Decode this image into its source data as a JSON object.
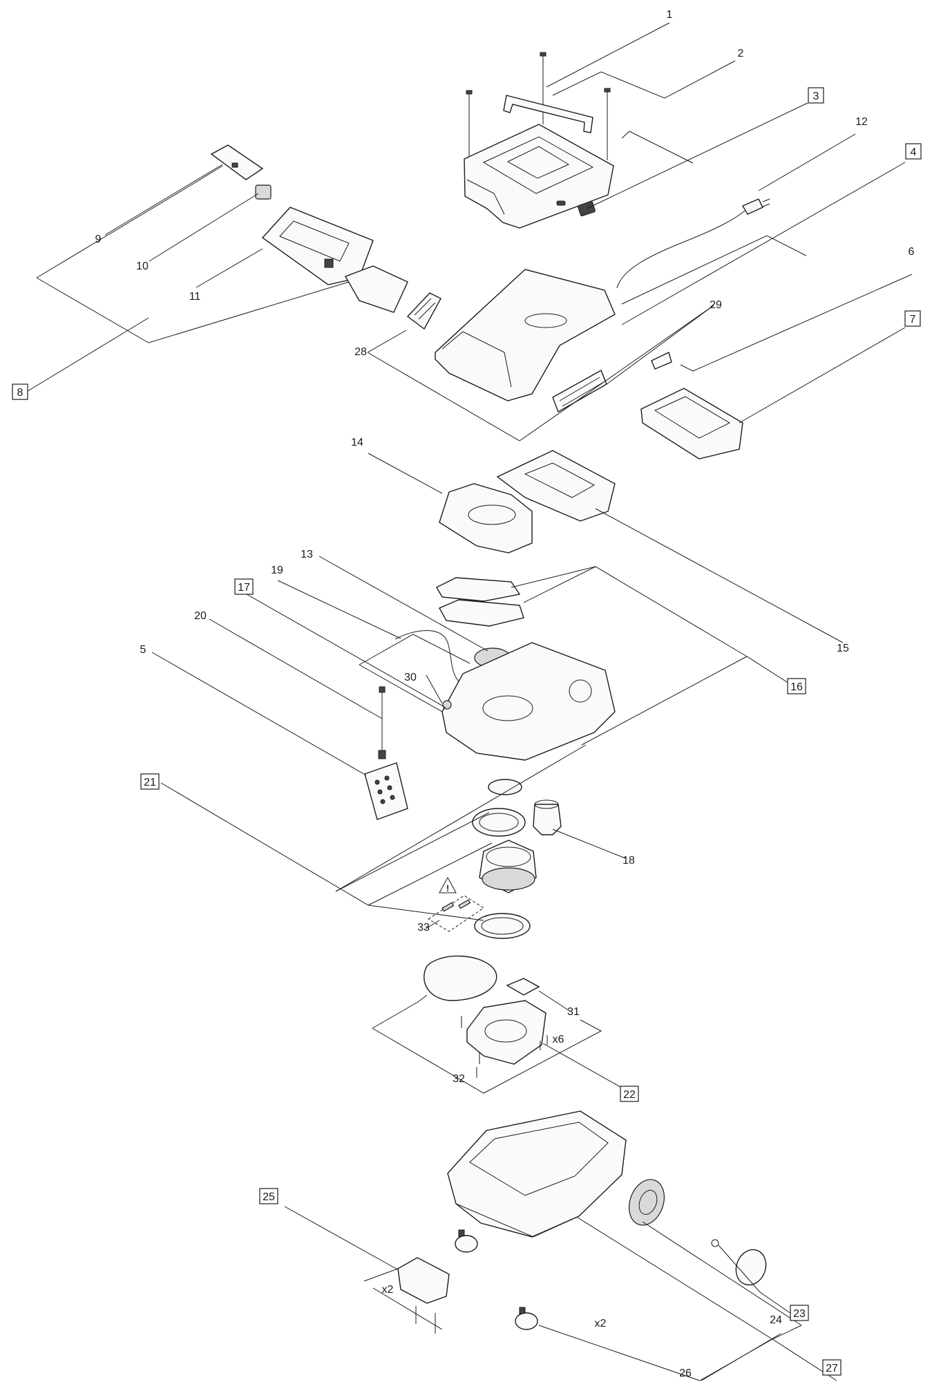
{
  "callouts": [
    {
      "id": "1",
      "text": "1",
      "boxed": false
    },
    {
      "id": "2",
      "text": "2",
      "boxed": false
    },
    {
      "id": "3",
      "text": "3",
      "boxed": true
    },
    {
      "id": "4",
      "text": "4",
      "boxed": true
    },
    {
      "id": "5",
      "text": "5",
      "boxed": false
    },
    {
      "id": "6",
      "text": "6",
      "boxed": false
    },
    {
      "id": "7",
      "text": "7",
      "boxed": true
    },
    {
      "id": "8",
      "text": "8",
      "boxed": true
    },
    {
      "id": "9",
      "text": "9",
      "boxed": false
    },
    {
      "id": "10",
      "text": "10",
      "boxed": false
    },
    {
      "id": "11",
      "text": "11",
      "boxed": false
    },
    {
      "id": "12",
      "text": "12",
      "boxed": false
    },
    {
      "id": "13",
      "text": "13",
      "boxed": false
    },
    {
      "id": "14",
      "text": "14",
      "boxed": false
    },
    {
      "id": "15",
      "text": "15",
      "boxed": false
    },
    {
      "id": "16",
      "text": "16",
      "boxed": true
    },
    {
      "id": "17",
      "text": "17",
      "boxed": true
    },
    {
      "id": "18",
      "text": "18",
      "boxed": false
    },
    {
      "id": "19",
      "text": "19",
      "boxed": false
    },
    {
      "id": "20",
      "text": "20",
      "boxed": false
    },
    {
      "id": "21",
      "text": "21",
      "boxed": true
    },
    {
      "id": "22",
      "text": "22",
      "boxed": true
    },
    {
      "id": "23",
      "text": "23",
      "boxed": true
    },
    {
      "id": "24",
      "text": "24",
      "boxed": false
    },
    {
      "id": "25",
      "text": "25",
      "boxed": true
    },
    {
      "id": "26",
      "text": "26",
      "boxed": false
    },
    {
      "id": "27",
      "text": "27",
      "boxed": true
    },
    {
      "id": "28",
      "text": "28",
      "boxed": false
    },
    {
      "id": "29",
      "text": "29",
      "boxed": false
    },
    {
      "id": "30",
      "text": "30",
      "boxed": false
    },
    {
      "id": "31",
      "text": "31",
      "boxed": false
    },
    {
      "id": "32",
      "text": "32",
      "boxed": false
    },
    {
      "id": "33",
      "text": "33",
      "boxed": false
    }
  ],
  "quantities": [
    {
      "id": "q-screws-22",
      "text": "x6"
    },
    {
      "id": "q-screws-25",
      "text": "x2"
    },
    {
      "id": "q-castors-26",
      "text": "x2"
    }
  ]
}
